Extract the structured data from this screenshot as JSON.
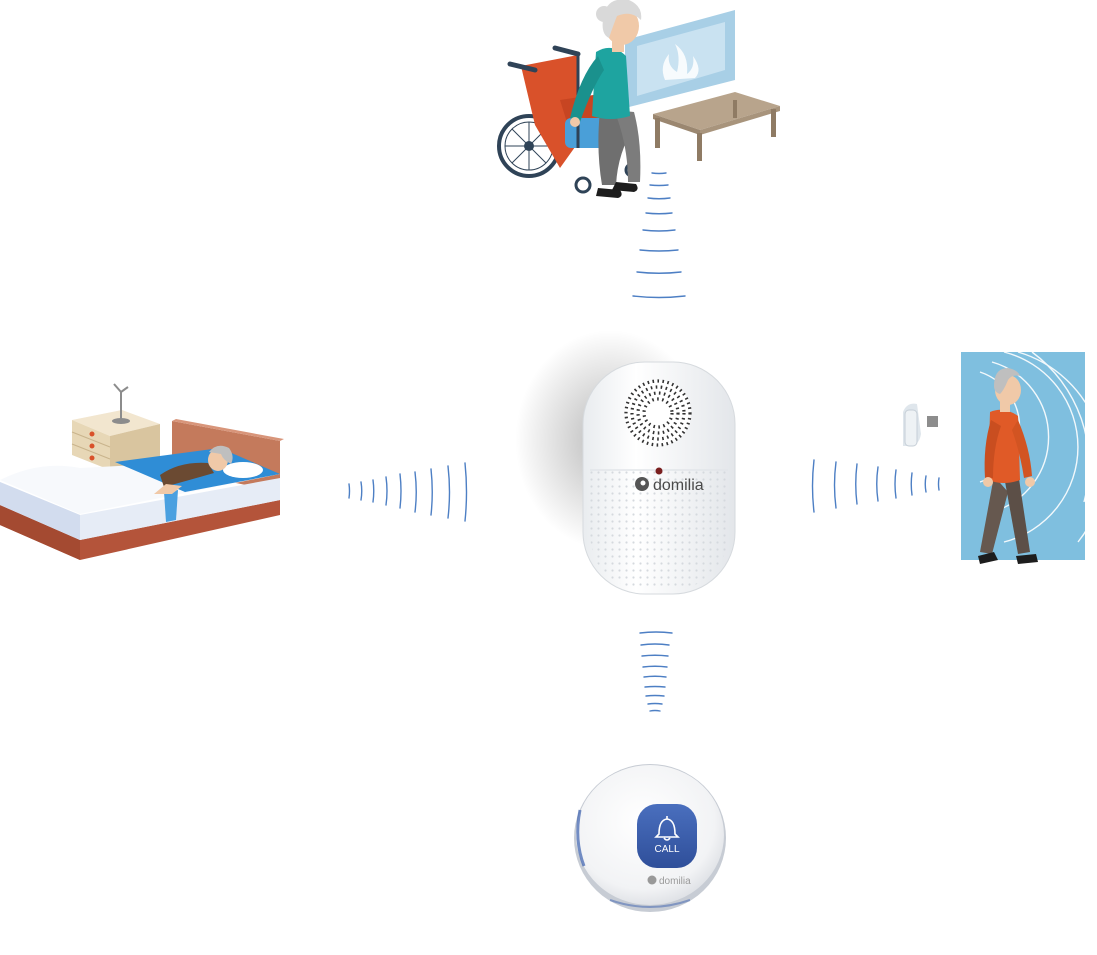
{
  "receiver": {
    "brand": "domilia"
  },
  "call_button": {
    "label": "CALL",
    "brand": "domilia"
  },
  "colors": {
    "signal_wave": "#4d7fc4",
    "button_blue": "#3b5fae",
    "door_blue": "#7fbfdf",
    "bed_wood": "#b4543a",
    "wheelchair_orange": "#d9512a",
    "shirt_orange": "#e05a27",
    "shirt_teal": "#1ea4a0",
    "table_tan": "#b8a48c",
    "window_blue": "#a8cfe6"
  },
  "icons": [
    "bell-icon",
    "brand-logo-icon",
    "speaker-grille-icon",
    "door-sensor-icon"
  ]
}
